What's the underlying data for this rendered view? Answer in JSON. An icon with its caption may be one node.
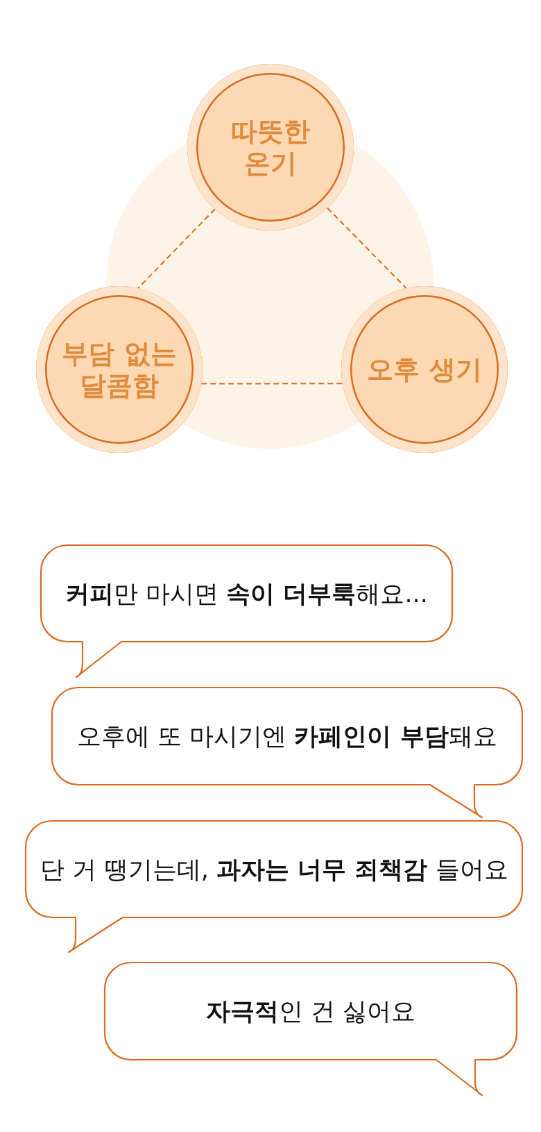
{
  "diagram": {
    "nodes": [
      {
        "text": [
          "따뜻한 온기"
        ]
      },
      {
        "text": [
          "부담 없는 달콤함"
        ]
      },
      {
        "text": [
          "오후 생기"
        ]
      },
      {
        "text": [
          "**커피**만 마시면 **속이 더부룩**해요..."
        ]
      },
      {
        "text": [
          "오후에 또 마시기엔 **카페인이 부담**돼요"
        ]
      },
      {
        "text": [
          "단 거 땡기는데, **과자는 너무 죄책감** 들어요"
        ]
      },
      {
        "text": [
          "**자극적**인 건 싫어요"
        ]
      }
    ],
    "edges": [
      {
        "from": 0,
        "to": 1,
        "arrow": "none",
        "style": "dashed"
      },
      {
        "from": 0,
        "to": 2,
        "arrow": "none",
        "style": "dashed"
      },
      {
        "from": 1,
        "to": 2,
        "arrow": "none",
        "style": "dashed"
      }
    ]
  }
}
